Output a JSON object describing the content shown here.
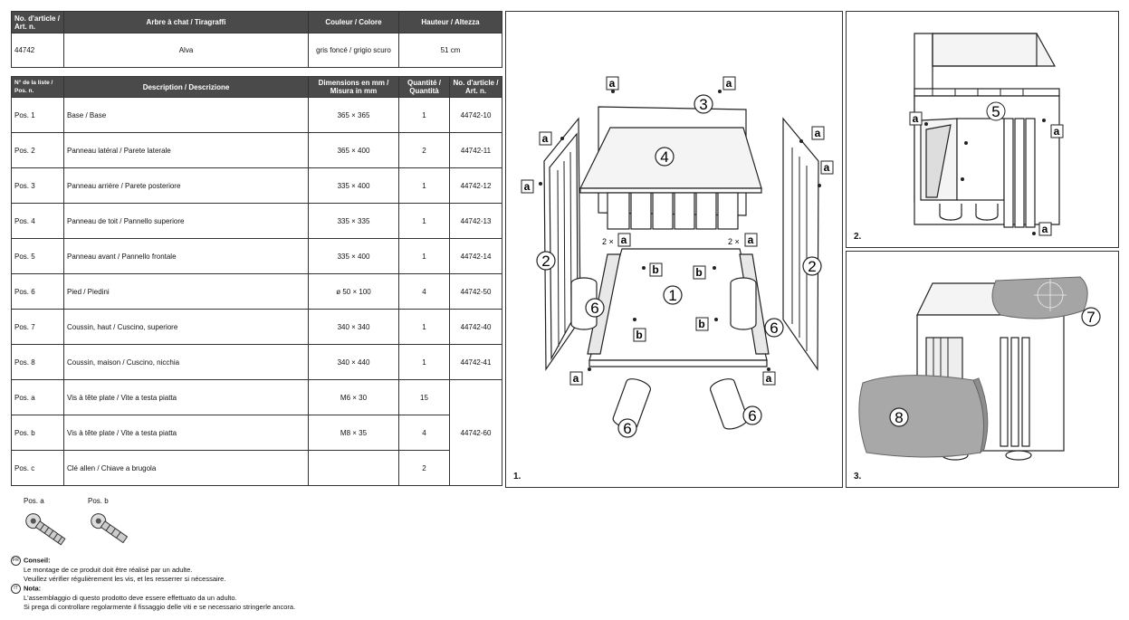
{
  "product_table": {
    "headers": [
      "No. d'article / Art. n.",
      "Arbre à chat / Tiragraffi",
      "Couleur / Colore",
      "Hauteur / Altezza"
    ],
    "row": [
      "44742",
      "Alva",
      "gris foncé / grigio scuro",
      "51 cm"
    ]
  },
  "parts_table": {
    "headers": [
      "N° de la liste / Pos. n.",
      "Description / Descrizione",
      "Dimensions en mm / Misura in mm",
      "Quantité / Quantità",
      "No. d'article / Art. n."
    ],
    "rows": [
      {
        "pos": "Pos. 1",
        "desc": "Base / Base",
        "dim": "365 × 365",
        "qty": "1",
        "art": "44742-10"
      },
      {
        "pos": "Pos. 2",
        "desc": "Panneau latéral / Parete laterale",
        "dim": "365 × 400",
        "qty": "2",
        "art": "44742-11"
      },
      {
        "pos": "Pos. 3",
        "desc": "Panneau arrière / Parete posteriore",
        "dim": "335 × 400",
        "qty": "1",
        "art": "44742-12"
      },
      {
        "pos": "Pos. 4",
        "desc": "Panneau de toit / Pannello superiore",
        "dim": "335 × 335",
        "qty": "1",
        "art": "44742-13"
      },
      {
        "pos": "Pos. 5",
        "desc": "Panneau avant / Pannello frontale",
        "dim": "335 × 400",
        "qty": "1",
        "art": "44742-14"
      },
      {
        "pos": "Pos. 6",
        "desc": "Pied / Piedini",
        "dim": "ø 50 × 100",
        "qty": "4",
        "art": "44742-50"
      },
      {
        "pos": "Pos. 7",
        "desc": "Coussin, haut / Cuscino, superiore",
        "dim": "340 × 340",
        "qty": "1",
        "art": "44742-40"
      },
      {
        "pos": "Pos. 8",
        "desc": "Coussin, maison / Cuscino, nicchia",
        "dim": "340 × 440",
        "qty": "1",
        "art": "44742-41"
      },
      {
        "pos": "Pos. a",
        "desc": "Vis à tête plate / Vite a testa piatta",
        "dim": "M6 × 30",
        "qty": "15",
        "art": "44742-60"
      },
      {
        "pos": "Pos. b",
        "desc": "Vis à tête plate / Vite a testa piatta",
        "dim": "M8 × 35",
        "qty": "4",
        "art": ""
      },
      {
        "pos": "Pos. c",
        "desc": "Clé allen / Chiave a brugola",
        "dim": "",
        "qty": "2",
        "art": ""
      }
    ]
  },
  "screws": {
    "a_label": "Pos. a",
    "b_label": "Pos. b"
  },
  "diagram": {
    "step1": "1.",
    "step2": "2.",
    "step3": "3.",
    "tag_a": "a",
    "tag_b": "b",
    "two_x": "2 ×",
    "n1": "1",
    "n2": "2",
    "n3": "3",
    "n4": "4",
    "n5": "5",
    "n6": "6",
    "n7": "7",
    "n8": "8"
  },
  "notes": {
    "fr_flag": "FR",
    "fr_head": "Conseil:",
    "fr_1": "Le montage de ce produit doit être réalisé par un adulte.",
    "fr_2": "Veuillez vérifier régulièrement les vis, et les resserrer si nécessaire.",
    "it_flag": "IT",
    "it_head": "Nota:",
    "it_1": "L'assemblaggio di questo prodotto deve essere effettuato da un adulto.",
    "it_2": "Si prega di controllare regolarmente il fissaggio delle viti e se necessario stringerle ancora."
  }
}
